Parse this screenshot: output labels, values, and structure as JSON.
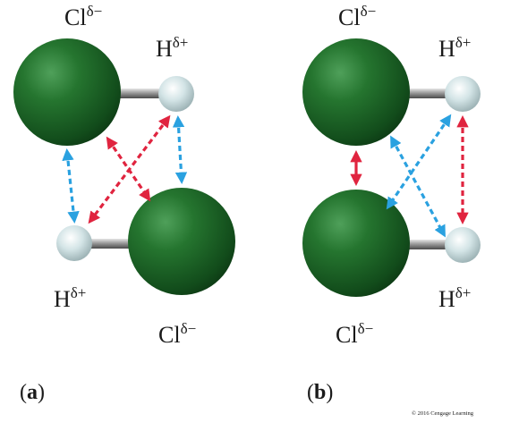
{
  "panels": {
    "a": {
      "label_parts": [
        "(",
        "a",
        ")"
      ],
      "cl_top": {
        "base": "Cl",
        "sup": "δ−"
      },
      "h_top": {
        "base": "H",
        "sup": "δ+"
      },
      "h_bottom": {
        "base": "H",
        "sup": "δ+"
      },
      "cl_bottom": {
        "base": "Cl",
        "sup": "δ−"
      }
    },
    "b": {
      "label_parts": [
        "(",
        "b",
        ")"
      ],
      "cl_top": {
        "base": "Cl",
        "sup": "δ−"
      },
      "h_top": {
        "base": "H",
        "sup": "δ+"
      },
      "h_bottom": {
        "base": "H",
        "sup": "δ+"
      },
      "cl_bottom": {
        "base": "Cl",
        "sup": "δ−"
      }
    }
  },
  "copyright": "© 2016 Cengage Learning",
  "colors": {
    "attraction_arrow": "#e0243f",
    "repulsion_arrow": "#2aa1e0",
    "chlorine": "#1f6b2a",
    "hydrogen": "#c8dcdf",
    "bond": "#9a9a9a"
  }
}
